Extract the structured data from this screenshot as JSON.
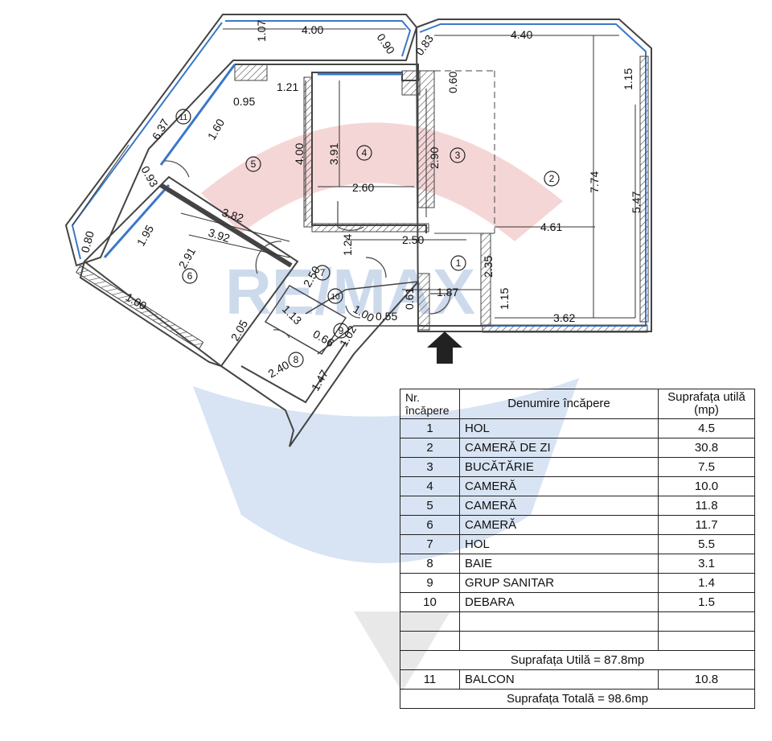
{
  "dimensions": [
    {
      "label": "4.00"
    },
    {
      "label": "1.07"
    },
    {
      "label": "0.90"
    },
    {
      "label": "0.83"
    },
    {
      "label": "4.40"
    },
    {
      "label": "1.15"
    },
    {
      "label": "1.21"
    },
    {
      "label": "0.95"
    },
    {
      "label": "0.60"
    },
    {
      "label": "6.37"
    },
    {
      "label": "1.60"
    },
    {
      "label": "4.00"
    },
    {
      "label": "3.91"
    },
    {
      "label": "2.90"
    },
    {
      "label": "7.74"
    },
    {
      "label": "5.47"
    },
    {
      "label": "0.93"
    },
    {
      "label": "2.60"
    },
    {
      "label": "3.82"
    },
    {
      "label": "4.61"
    },
    {
      "label": "1.95"
    },
    {
      "label": "3.92"
    },
    {
      "label": "2.50"
    },
    {
      "label": "1.24"
    },
    {
      "label": "0.80"
    },
    {
      "label": "2.91"
    },
    {
      "label": "2.50"
    },
    {
      "label": "2.35"
    },
    {
      "label": "1.87"
    },
    {
      "label": "1.15"
    },
    {
      "label": "1.00"
    },
    {
      "label": "1.13"
    },
    {
      "label": "1.00"
    },
    {
      "label": "0.61"
    },
    {
      "label": "0.55"
    },
    {
      "label": "3.62"
    },
    {
      "label": "2.05"
    },
    {
      "label": "0.66"
    },
    {
      "label": "1.02"
    },
    {
      "label": "2.40"
    },
    {
      "label": "1.47"
    }
  ],
  "room_markers": [
    {
      "num": "1"
    },
    {
      "num": "2"
    },
    {
      "num": "3"
    },
    {
      "num": "4"
    },
    {
      "num": "5"
    },
    {
      "num": "6"
    },
    {
      "num": "7"
    },
    {
      "num": "8"
    },
    {
      "num": "9"
    },
    {
      "num": "10"
    },
    {
      "num": "11"
    }
  ],
  "table": {
    "headers": {
      "nr": "Nr. încăpere",
      "name": "Denumire încăpere",
      "area": "Suprafața utilă (mp)"
    },
    "rows": [
      {
        "nr": "1",
        "name": "HOL",
        "area": "4.5"
      },
      {
        "nr": "2",
        "name": "CAMERĂ DE ZI",
        "area": "30.8"
      },
      {
        "nr": "3",
        "name": "BUCĂTĂRIE",
        "area": "7.5"
      },
      {
        "nr": "4",
        "name": "CAMERĂ",
        "area": "10.0"
      },
      {
        "nr": "5",
        "name": "CAMERĂ",
        "area": "11.8"
      },
      {
        "nr": "6",
        "name": "CAMERĂ",
        "area": "11.7"
      },
      {
        "nr": "7",
        "name": "HOL",
        "area": "5.5"
      },
      {
        "nr": "8",
        "name": "BAIE",
        "area": "3.1"
      },
      {
        "nr": "9",
        "name": "GRUP SANITAR",
        "area": "1.4"
      },
      {
        "nr": "10",
        "name": "DEBARA",
        "area": "1.5"
      }
    ],
    "useful_total": "Suprafața Utilă = 87.8mp",
    "balcony": {
      "nr": "11",
      "name": "BALCON",
      "area": "10.8"
    },
    "grand_total": "Suprafața Totală = 98.6mp"
  },
  "colors": {
    "wall": "#555555",
    "window_blue": "#3a78c8",
    "watermark_red": "#f2c9c9",
    "watermark_blue": "#c9d9ef"
  }
}
